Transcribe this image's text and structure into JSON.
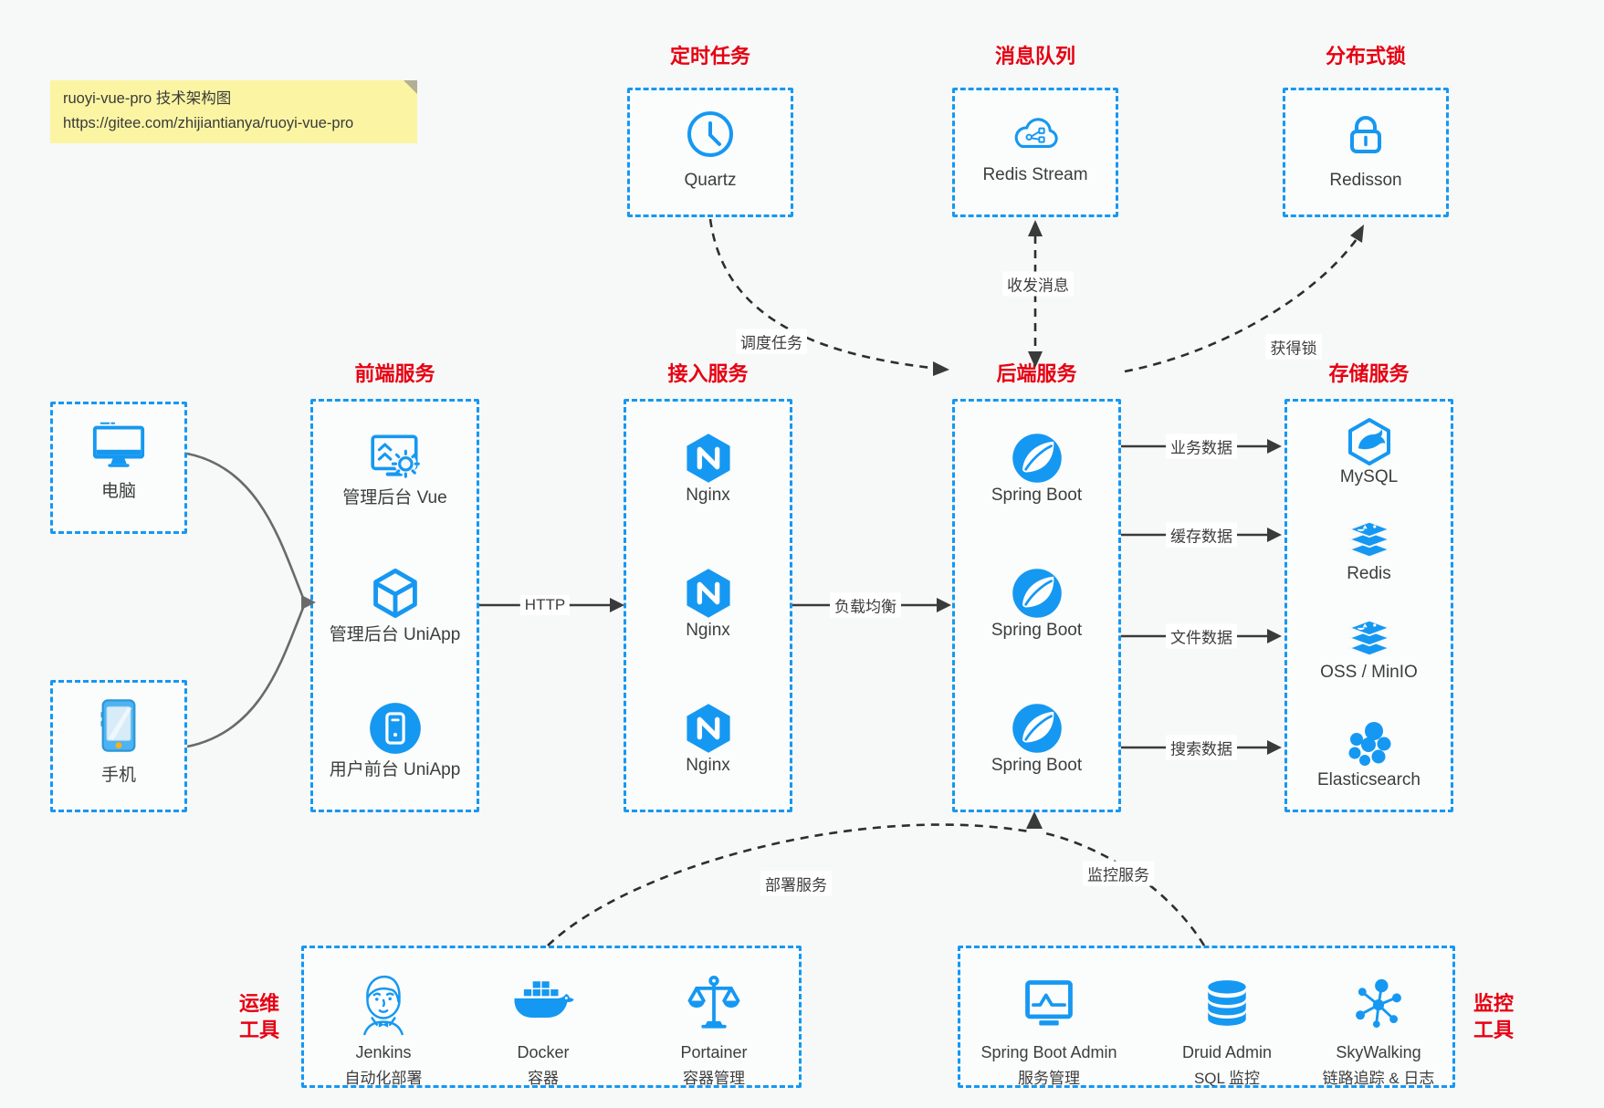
{
  "colors": {
    "accent": "#1598f2",
    "title_red": "#e60012",
    "text_dark": "#3d3d3d",
    "arrow_dark": "#3a3a3a",
    "arrow_gray": "#6a6a6a",
    "note_bg": "#fbf5a3",
    "canvas_bg": "#f7f8f8"
  },
  "note": {
    "line1": "ruoyi-vue-pro 技术架构图",
    "line2": "https://gitee.com/zhijiantianya/ruoyi-vue-pro"
  },
  "top_services": [
    {
      "title": "定时任务",
      "label": "Quartz",
      "icon": "clock-icon"
    },
    {
      "title": "消息队列",
      "label": "Redis Stream",
      "icon": "cloud-queue-icon"
    },
    {
      "title": "分布式锁",
      "label": "Redisson",
      "icon": "lock-icon"
    }
  ],
  "clients": [
    {
      "label": "电脑",
      "icon": "desktop-icon"
    },
    {
      "label": "手机",
      "icon": "smartphone-icon"
    }
  ],
  "columns": {
    "frontend": {
      "title": "前端服务",
      "items": [
        {
          "label": "管理后台 Vue",
          "icon": "admin-vue-icon"
        },
        {
          "label": "管理后台 UniApp",
          "icon": "uniapp-cube-icon"
        },
        {
          "label": "用户前台 UniApp",
          "icon": "user-uniapp-icon"
        }
      ]
    },
    "gateway": {
      "title": "接入服务",
      "items": [
        {
          "label": "Nginx",
          "icon": "nginx-icon"
        },
        {
          "label": "Nginx",
          "icon": "nginx-icon"
        },
        {
          "label": "Nginx",
          "icon": "nginx-icon"
        }
      ]
    },
    "backend": {
      "title": "后端服务",
      "items": [
        {
          "label": "Spring Boot",
          "icon": "spring-boot-icon"
        },
        {
          "label": "Spring Boot",
          "icon": "spring-boot-icon"
        },
        {
          "label": "Spring Boot",
          "icon": "spring-boot-icon"
        }
      ]
    },
    "storage": {
      "title": "存储服务",
      "items": [
        {
          "label": "MySQL",
          "icon": "mysql-icon"
        },
        {
          "label": "Redis",
          "icon": "redis-icon"
        },
        {
          "label": "OSS / MinIO",
          "icon": "oss-minio-icon"
        },
        {
          "label": "Elasticsearch",
          "icon": "elasticsearch-icon"
        }
      ]
    }
  },
  "edges": {
    "schedule": "调度任务",
    "messaging": "收发消息",
    "lock": "获得锁",
    "http": "HTTP",
    "load_balance": "负载均衡",
    "business_data": "业务数据",
    "cache_data": "缓存数据",
    "file_data": "文件数据",
    "search_data": "搜索数据",
    "deploy": "部署服务",
    "monitor": "监控服务"
  },
  "ops_tools": {
    "title_line1": "运维",
    "title_line2": "工具",
    "items": [
      {
        "name": "Jenkins",
        "desc": "自动化部署"
      },
      {
        "name": "Docker",
        "desc": "容器"
      },
      {
        "name": "Portainer",
        "desc": "容器管理"
      }
    ]
  },
  "monitor_tools": {
    "title_line1": "监控",
    "title_line2": "工具",
    "items": [
      {
        "name": "Spring Boot Admin",
        "desc": "服务管理"
      },
      {
        "name": "Druid Admin",
        "desc": "SQL 监控"
      },
      {
        "name": "SkyWalking",
        "desc": "链路追踪 & 日志"
      }
    ]
  }
}
